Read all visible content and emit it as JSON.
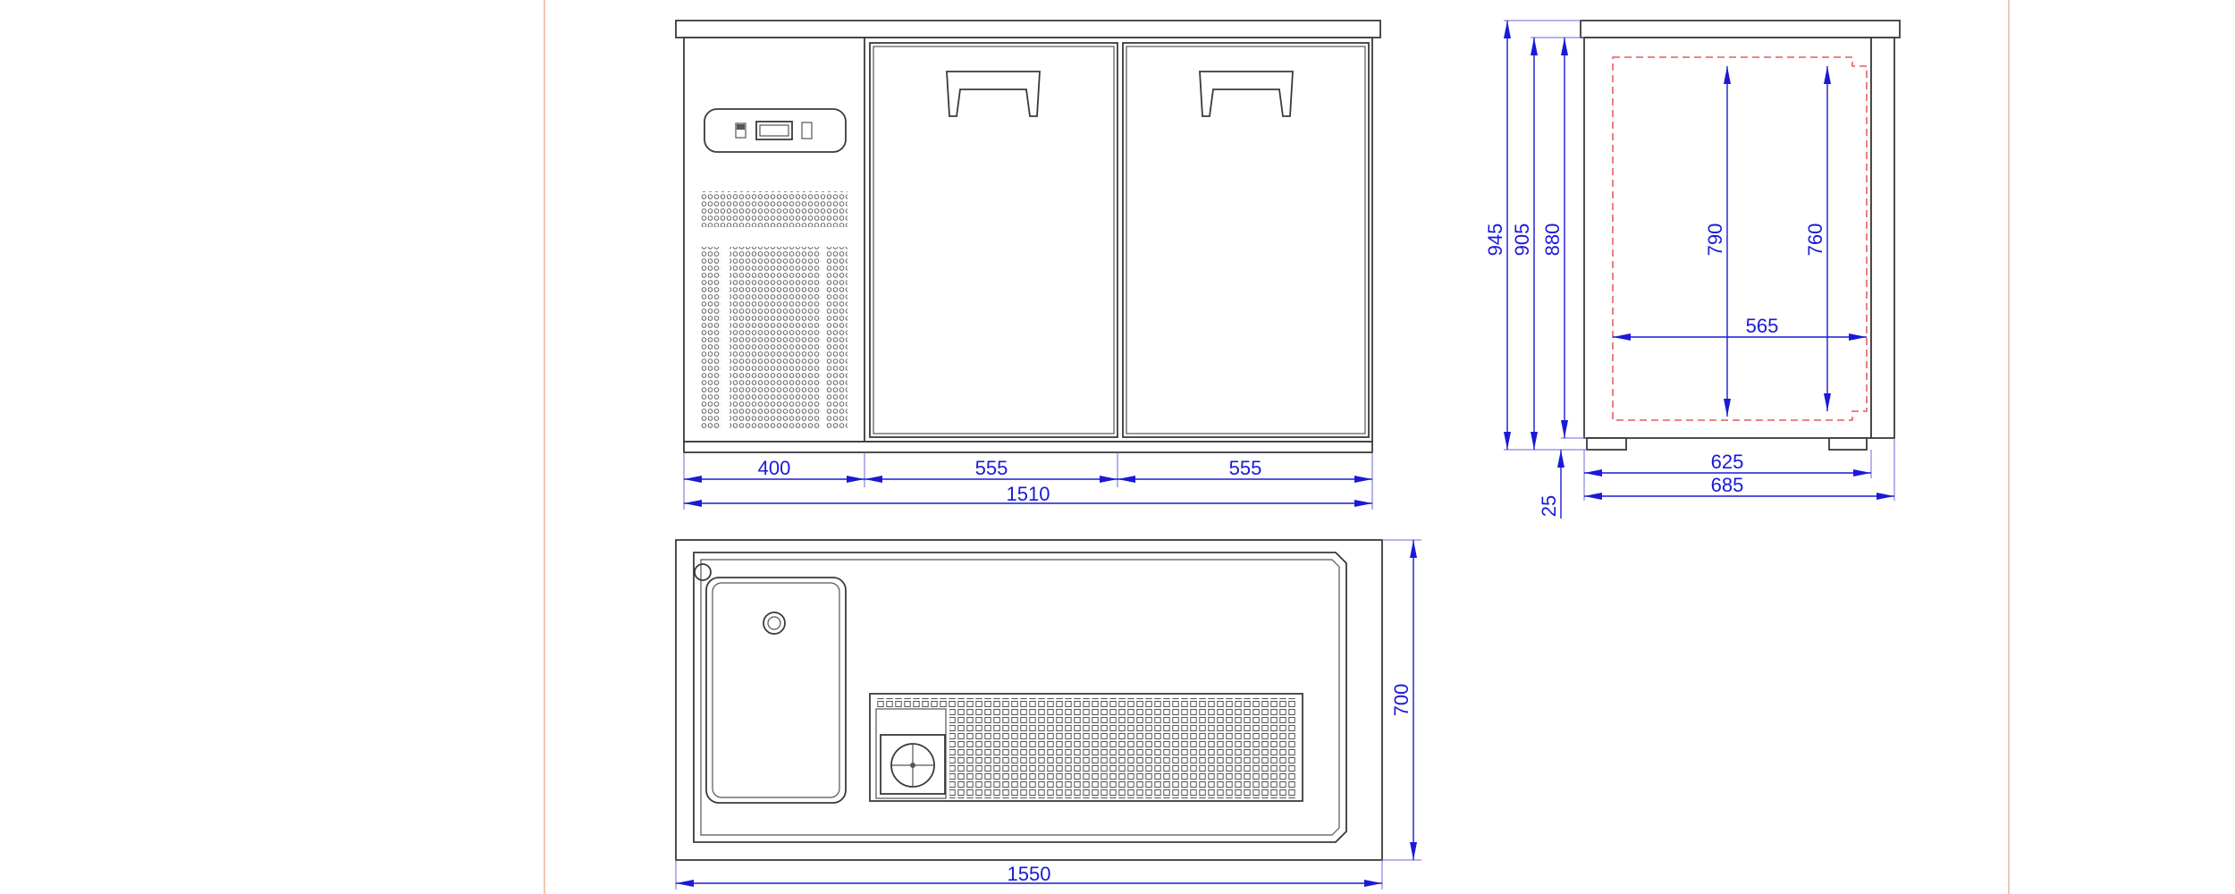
{
  "dimensions": {
    "front_compressor_width": "400",
    "front_door1_width": "555",
    "front_door2_width": "555",
    "front_total_width": "1510",
    "side_total_height": "945",
    "side_body_height": "905",
    "side_cabinet_height": "880",
    "side_inner_height_front": "790",
    "side_inner_height_back": "760",
    "side_inner_depth": "565",
    "side_body_depth": "625",
    "side_total_depth": "685",
    "side_leg_height": "25",
    "top_depth": "700",
    "top_length": "1550"
  },
  "colors": {
    "outline": "#3a3a3a",
    "dimension": "#1a1ad6",
    "hidden_line": "#e03a3a",
    "frame": "#f2c9b4"
  }
}
